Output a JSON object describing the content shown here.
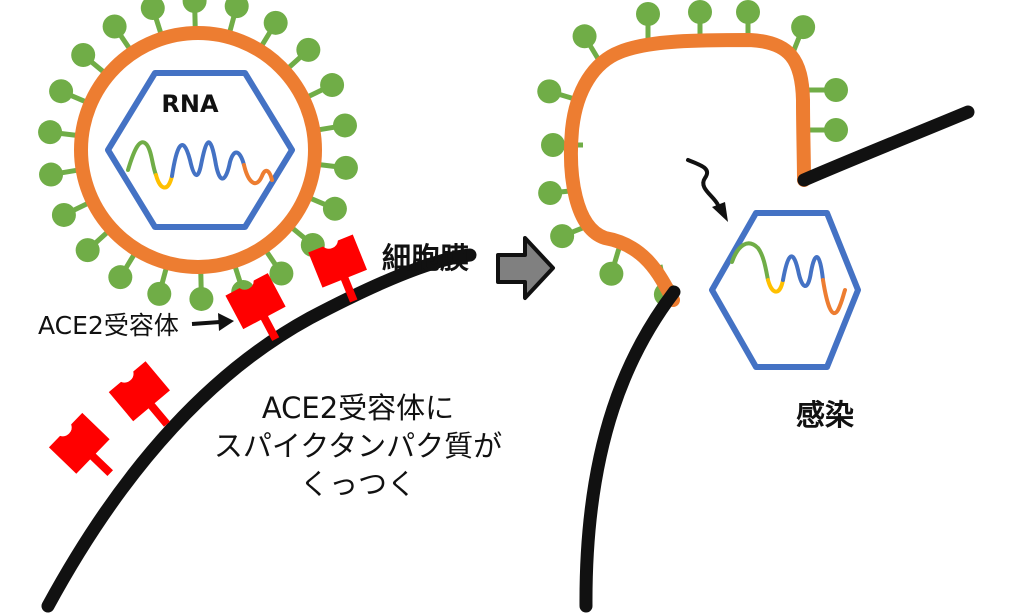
{
  "labels": {
    "rna": "RNA",
    "cell_membrane": "細胞膜",
    "ace2_receptor": "ACE2受容体",
    "binding_line1": "ACE2受容体に",
    "binding_line2": "スパイクタンパク質が",
    "binding_line3": "くっつく",
    "infection": "感染"
  },
  "colors": {
    "membrane": "#111111",
    "envelope": "#ED7D31",
    "spike": "#70AD47",
    "capsid": "#4472C4",
    "receptor": "#FF0000",
    "arrow": "#808080",
    "rna_green": "#70AD47",
    "rna_yellow": "#FFC000",
    "rna_blue": "#4472C4",
    "rna_orange": "#ED7D31"
  }
}
